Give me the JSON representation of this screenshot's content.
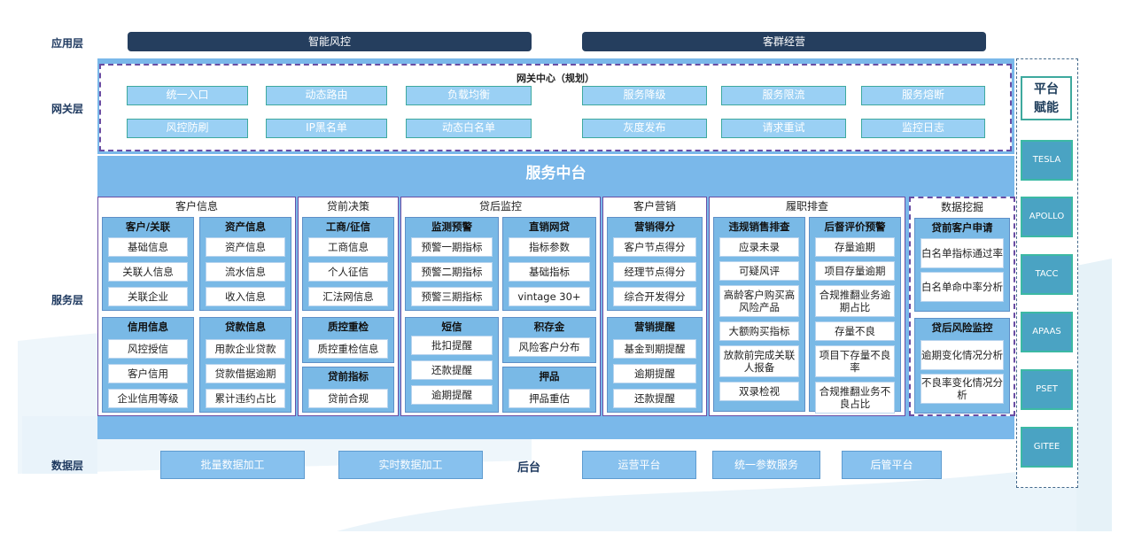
{
  "layers": {
    "app": "应用层",
    "gateway": "网关层",
    "service": "服务层",
    "data": "数据层"
  },
  "app_bars": [
    "智能风控",
    "客群经营"
  ],
  "gateway": {
    "title": "网关中心（规划）",
    "row1": [
      "统一入口",
      "动态路由",
      "负载均衡",
      "服务降级",
      "服务限流",
      "服务熔断"
    ],
    "row2": [
      "风控防刷",
      "IP黑名单",
      "动态白名单",
      "灰度发布",
      "请求重试",
      "监控日志"
    ]
  },
  "service_title": "服务中台",
  "panels": [
    {
      "title": "客户信息",
      "groups": [
        {
          "title": "客户/关联",
          "items": [
            "基础信息",
            "关联人信息",
            "关联企业"
          ]
        },
        {
          "title": "资产信息",
          "items": [
            "资产信息",
            "流水信息",
            "收入信息"
          ]
        },
        {
          "title": "信用信息",
          "items": [
            "风控授信",
            "客户信用",
            "企业信用等级"
          ]
        },
        {
          "title": "贷款信息",
          "items": [
            "用款企业贷款",
            "贷款借据逾期",
            "累计违约占比"
          ]
        }
      ]
    },
    {
      "title": "贷前决策",
      "groups": [
        {
          "title": "工商/征信",
          "items": [
            "工商信息",
            "个人征信",
            "汇法网信息"
          ]
        },
        {
          "title": "质控重检",
          "items": [
            "质控重检信息"
          ]
        },
        {
          "title": "贷前指标",
          "items": [
            "贷前合规"
          ]
        }
      ]
    },
    {
      "title": "贷后监控",
      "groups": [
        {
          "title": "监测预警",
          "items": [
            "预警一期指标",
            "预警二期指标",
            "预警三期指标"
          ]
        },
        {
          "title": "直销网贷",
          "items": [
            "指标参数",
            "基础指标",
            "vintage 30+"
          ]
        },
        {
          "title": "短信",
          "items": [
            "批扣提醒",
            "还款提醒",
            "逾期提醒"
          ]
        },
        {
          "title": "积存金",
          "items": [
            "风险客户分布"
          ]
        },
        {
          "title": "押品",
          "items": [
            "押品重估"
          ]
        }
      ]
    },
    {
      "title": "客户营销",
      "groups": [
        {
          "title": "营销得分",
          "items": [
            "客户节点得分",
            "经理节点得分",
            "综合开发得分"
          ]
        },
        {
          "title": "营销提醒",
          "items": [
            "基金到期提醒",
            "逾期提醒",
            "还款提醒"
          ]
        }
      ]
    },
    {
      "title": "履职排查",
      "groups": [
        {
          "title": "违规销售排查",
          "items": [
            "应录未录",
            "可疑风评",
            "高龄客户购买高风险产品",
            "大额购买指标",
            "放款前完成关联人报备",
            "双录检视"
          ]
        },
        {
          "title": "后督评价预警",
          "items": [
            "存量逾期",
            "项目存量逾期",
            "合规推翻业务逾期占比",
            "存量不良",
            "项目下存量不良率",
            "合规推翻业务不良占比"
          ]
        }
      ]
    },
    {
      "title": "数据挖掘",
      "groups": [
        {
          "title": "贷前客户申请",
          "items": [
            "白名单指标通过率",
            "白名单命中率分析"
          ]
        },
        {
          "title": "贷后风险监控",
          "items": [
            "逾期变化情况分析",
            "不良率变化情况分析"
          ]
        }
      ]
    }
  ],
  "data_layer": {
    "left": [
      "批量数据加工",
      "实时数据加工"
    ],
    "label": "后台",
    "right": [
      "运营平台",
      "统一参数服务",
      "后管平台"
    ]
  },
  "side": {
    "title": "平台赋能",
    "items": [
      "TESLA",
      "APOLLO",
      "TACC",
      "APAAS",
      "PSET",
      "GITEE"
    ]
  },
  "colors": {
    "dark_bar": "#253e5e",
    "service_bg": "#7ab8ea",
    "accent_teal": "#3ea99e",
    "border_purple": "#6a4da3"
  }
}
